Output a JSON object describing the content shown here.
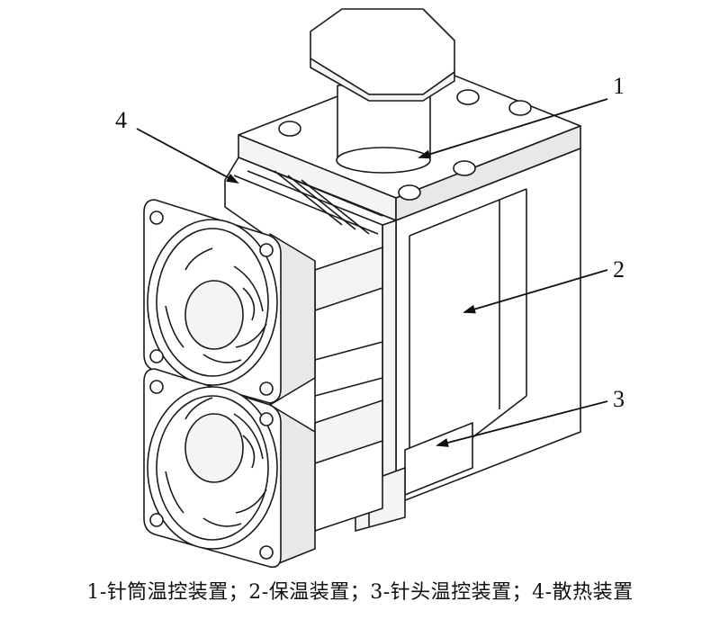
{
  "figure": {
    "callouts": [
      {
        "id": "1",
        "label": "1"
      },
      {
        "id": "2",
        "label": "2"
      },
      {
        "id": "3",
        "label": "3"
      },
      {
        "id": "4",
        "label": "4"
      }
    ],
    "caption": "1-针筒温控装置；2-保温装置；3-针头温控装置；4-散热装置"
  }
}
